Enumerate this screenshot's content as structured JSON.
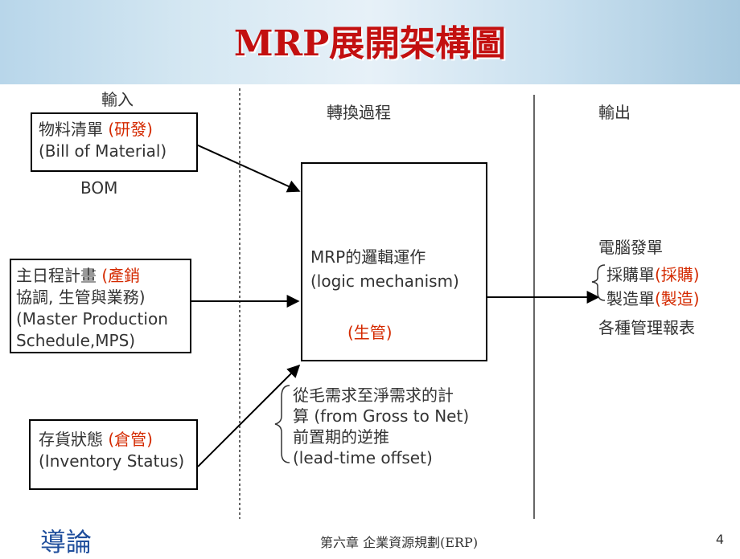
{
  "title": "MRP展開架構圖",
  "columns": {
    "input": "輸入",
    "process": "轉換過程",
    "output": "輸出"
  },
  "bom": {
    "line1_plain": "物料清單",
    "line1_red": "(研發)",
    "line2": "(Bill of Material)",
    "abbr": "BOM"
  },
  "mps": {
    "line1_plain": "主日程計畫",
    "line1_red": "(產銷",
    "line2_red": "協調, 生管與業務)",
    "line3": " (Master Production",
    "line4": "Schedule,MPS)"
  },
  "inventory": {
    "line1_plain": "存貨狀態",
    "line1_red": "(倉管)",
    "line2": "(Inventory Status)"
  },
  "center": {
    "line1": "MRP的邏輯運作",
    "line2": "(logic mechanism)",
    "owner": "(生管)"
  },
  "notes": {
    "line1": "從毛需求至淨需求的計",
    "line2": "算 (from Gross to Net)",
    "line3": "前置期的逆推",
    "line4": "(lead-time offset)"
  },
  "output": {
    "head": "電腦發單",
    "purchase_plain": "採購單",
    "purchase_red": "(採購)",
    "mfg_plain": "製造單",
    "mfg_red": "(製造)",
    "reports": "各種管理報表"
  },
  "footer": {
    "left": "導論",
    "center": "第六章  企業資源規劃(ERP)",
    "page": "4"
  }
}
